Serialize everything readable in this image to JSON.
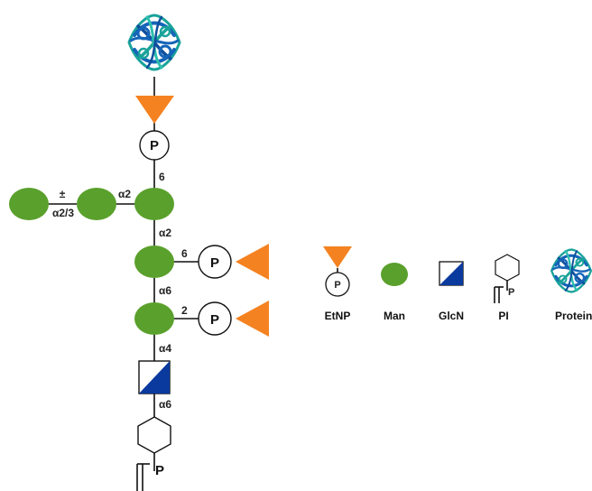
{
  "colors": {
    "etnp": "#f58220",
    "man": "#5aa02c",
    "glcn": "#0a3a9e",
    "protein_a": "#1565b8",
    "protein_b": "#1aa39a"
  },
  "icons": [
    "protein-icon",
    "etnp-triangle",
    "phosphate-circle",
    "mannose-circle",
    "glcn-square",
    "pi-cyclohexane"
  ],
  "structure": {
    "phosphate_symbol": "P",
    "link_ep_man1": "6",
    "link_man_side_a": "±",
    "link_man_side_b": "α2/3",
    "link_side_main": "α2",
    "link_man1_man2": "α2",
    "link_man2_p": "6",
    "link_man2_man3": "α6",
    "link_man3_p": "2",
    "link_man3_glcn": "α4",
    "link_glcn_pi": "α6",
    "pi_phosphate": "P"
  },
  "legend": {
    "etnp_label": "EtNP",
    "etnp_symbol": "P",
    "man_label": "Man",
    "glcn_label": "GlcN",
    "pi_label": "PI",
    "pi_symbol": "P",
    "protein_label": "Protein"
  }
}
